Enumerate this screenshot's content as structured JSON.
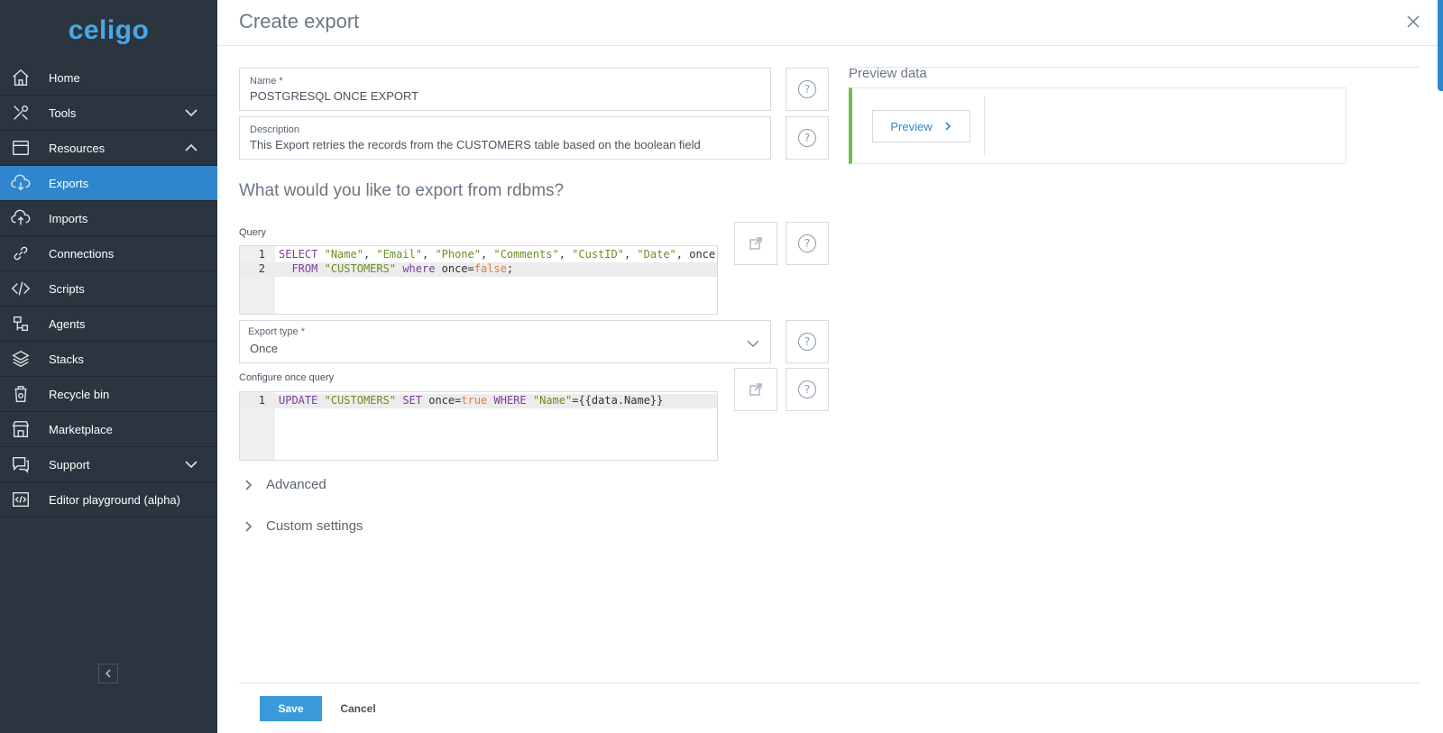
{
  "app": {
    "logo": "celigo",
    "title": "Create export",
    "accent_color": "#2f86cc",
    "sidebar_bg": "#2b3540"
  },
  "sidebar": {
    "items": [
      {
        "label": "Home",
        "icon": "home-icon",
        "active": false,
        "chevron": ""
      },
      {
        "label": "Tools",
        "icon": "tools-icon",
        "active": false,
        "chevron": "down"
      },
      {
        "label": "Resources",
        "icon": "resources-icon",
        "active": false,
        "chevron": "up"
      },
      {
        "label": "Exports",
        "icon": "cloud-download-icon",
        "active": true,
        "chevron": ""
      },
      {
        "label": "Imports",
        "icon": "cloud-upload-icon",
        "active": false,
        "chevron": ""
      },
      {
        "label": "Connections",
        "icon": "link-icon",
        "active": false,
        "chevron": ""
      },
      {
        "label": "Scripts",
        "icon": "code-icon",
        "active": false,
        "chevron": ""
      },
      {
        "label": "Agents",
        "icon": "agent-icon",
        "active": false,
        "chevron": ""
      },
      {
        "label": "Stacks",
        "icon": "stack-icon",
        "active": false,
        "chevron": ""
      },
      {
        "label": "Recycle bin",
        "icon": "recycle-bin-icon",
        "active": false,
        "chevron": ""
      },
      {
        "label": "Marketplace",
        "icon": "marketplace-icon",
        "active": false,
        "chevron": ""
      },
      {
        "label": "Support",
        "icon": "support-icon",
        "active": false,
        "chevron": "down"
      },
      {
        "label": "Editor playground (alpha)",
        "icon": "editor-icon",
        "active": false,
        "chevron": ""
      }
    ]
  },
  "form": {
    "name": {
      "label": "Name *",
      "value": "POSTGRESQL ONCE EXPORT"
    },
    "description": {
      "label": "Description",
      "value": "This Export retries the records from the CUSTOMERS table based on the boolean field"
    },
    "section_title": "What would you like to export from rdbms?",
    "query": {
      "label": "Query",
      "lines": [
        {
          "num": "1",
          "text": "SELECT \"Name\", \"Email\", \"Phone\", \"Comments\", \"CustID\", \"Date\", once"
        },
        {
          "num": "2",
          "text": "  FROM \"CUSTOMERS\" where once=false;"
        }
      ]
    },
    "export_type": {
      "label": "Export type *",
      "value": "Once"
    },
    "once_query": {
      "label": "Configure once query",
      "lines": [
        {
          "num": "1",
          "text": "UPDATE \"CUSTOMERS\" SET once=true WHERE \"Name\"={{data.Name}}"
        }
      ]
    },
    "advanced": "Advanced",
    "custom_settings": "Custom settings",
    "help_symbol": "?"
  },
  "preview": {
    "title": "Preview data",
    "button": "Preview"
  },
  "footer": {
    "save": "Save",
    "cancel": "Cancel"
  }
}
